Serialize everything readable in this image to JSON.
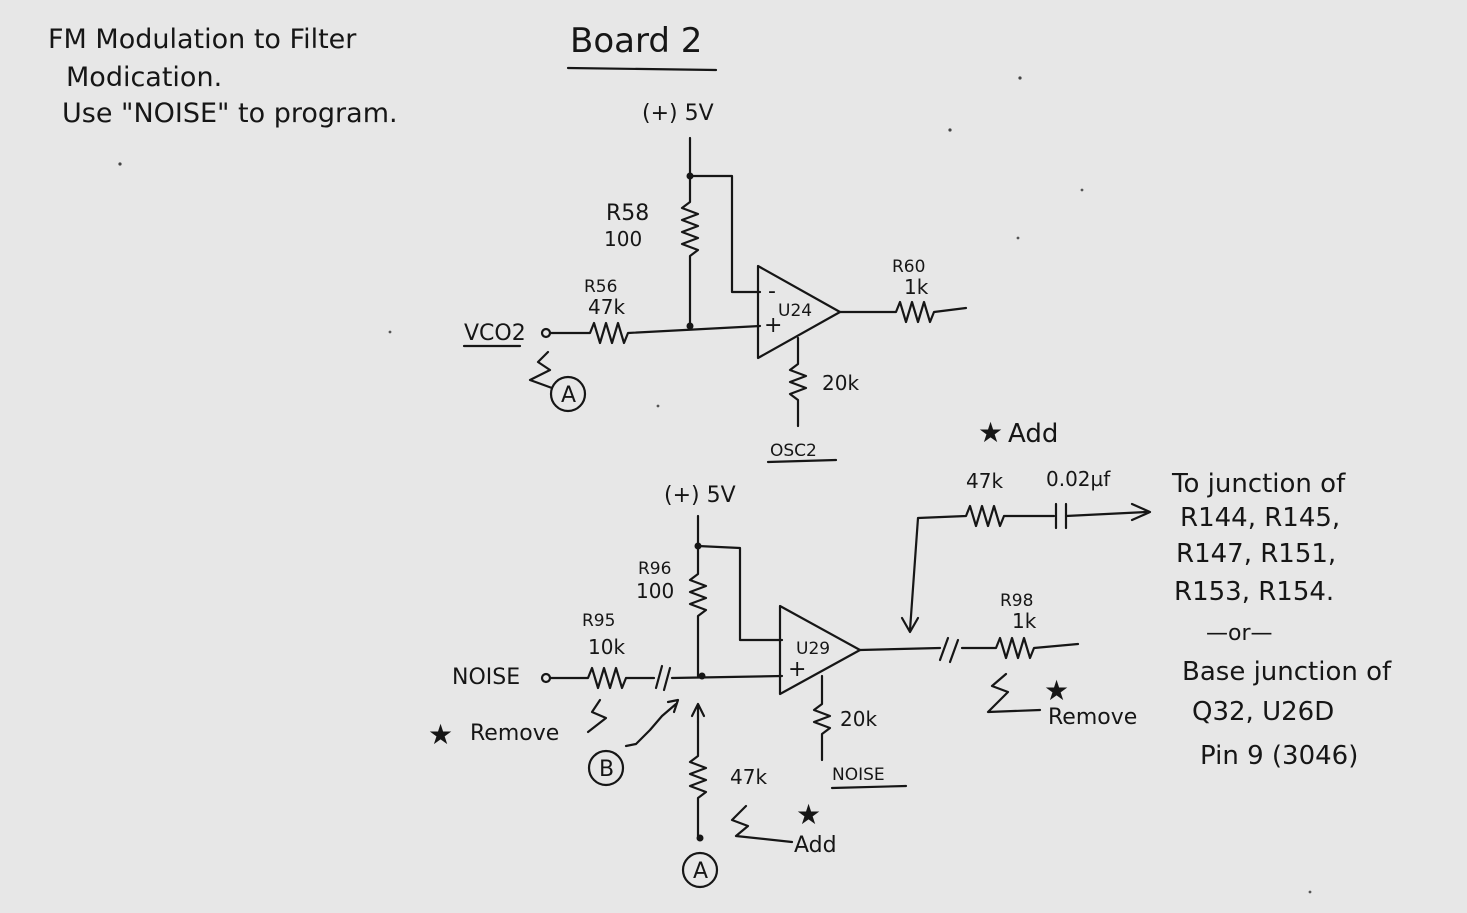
{
  "notes": {
    "line1": "FM Modulation to Filter",
    "line2": "Modication.",
    "line3": "Use \"NOISE\" to program."
  },
  "board_title": "Board 2",
  "circuit_top": {
    "supply": "(+) 5V",
    "r58_name": "R58",
    "r58_value": "100",
    "r56_name": "R56",
    "r56_value": "47k",
    "input_label": "VCO2",
    "marker": "A",
    "opamp": "U24",
    "minus": "-",
    "plus": "+",
    "r60_name": "R60",
    "r60_value": "1k",
    "pot_value": "20k",
    "pot_label": "OSC2"
  },
  "add_label": "Add",
  "add_resistor": "47k",
  "add_cap": "0.02µf",
  "destination": {
    "line1": "To junction of",
    "line2": "R144, R145,",
    "line3": "R147, R151,",
    "line4": "R153, R154.",
    "or": "—or—",
    "line5": "Base junction of",
    "line6": "Q32, U26D",
    "line7": "Pin 9 (3046)"
  },
  "circuit_bottom": {
    "supply": "(+) 5V",
    "r96_name": "R96",
    "r96_value": "100",
    "r95_name": "R95",
    "r95_value": "10k",
    "input_label": "NOISE",
    "opamp": "U29",
    "plus": "+",
    "pot_value": "20k",
    "pot_label": "NOISE",
    "r98_name": "R98",
    "r98_value": "1k",
    "remove_left": "Remove",
    "remove_right": "Remove",
    "marker_b": "B",
    "marker_a": "A",
    "r_add_value": "47k",
    "add_label": "Add"
  },
  "colors": {
    "paper": "#e7e7e7",
    "ink": "#161616"
  }
}
